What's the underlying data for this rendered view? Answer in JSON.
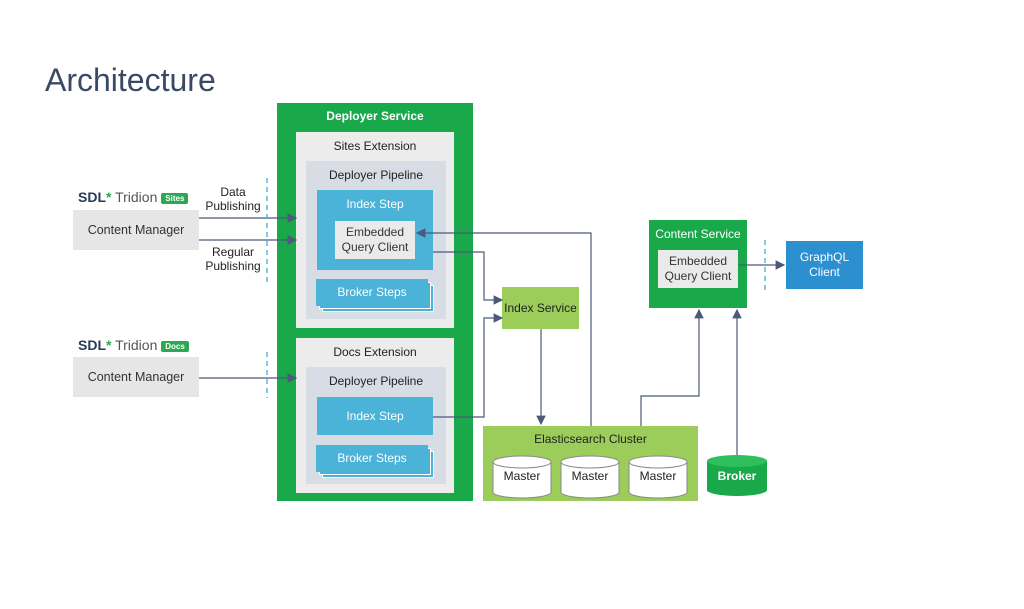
{
  "title": "Architecture",
  "sites_brand": {
    "sdl": "SDL",
    "product": "Tridion",
    "tag": "Sites"
  },
  "docs_brand": {
    "sdl": "SDL",
    "product": "Tridion",
    "tag": "Docs"
  },
  "content_manager_1": "Content Manager",
  "content_manager_2": "Content Manager",
  "data_publishing": {
    "line1": "Data",
    "line2": "Publishing"
  },
  "regular_publishing": {
    "line1": "Regular",
    "line2": "Publishing"
  },
  "deployer_service": "Deployer Service",
  "sites_extension": "Sites Extension",
  "docs_extension": "Docs Extension",
  "deployer_pipeline_1": "Deployer Pipeline",
  "deployer_pipeline_2": "Deployer Pipeline",
  "index_step_1": "Index Step",
  "index_step_2": "Index Step",
  "embedded_query_client_1": {
    "line1": "Embedded",
    "line2": "Query Client"
  },
  "broker_steps_1": "Broker Steps",
  "broker_steps_2": "Broker Steps",
  "index_service": "Index Service",
  "elasticsearch_cluster": "Elasticsearch Cluster",
  "masters": [
    "Master",
    "Master",
    "Master"
  ],
  "broker": "Broker",
  "content_service": "Content Service",
  "embedded_query_client_2": {
    "line1": "Embedded",
    "line2": "Query Client"
  },
  "graphql_client": {
    "line1": "GraphQL",
    "line2": "Client"
  },
  "colors": {
    "green": "#19a84a",
    "light_green": "#9ccc5a",
    "blue": "#4bb3d8",
    "graphql_blue": "#2b8fd0",
    "title": "#3a4a66",
    "arrow": "#4a5a78"
  }
}
